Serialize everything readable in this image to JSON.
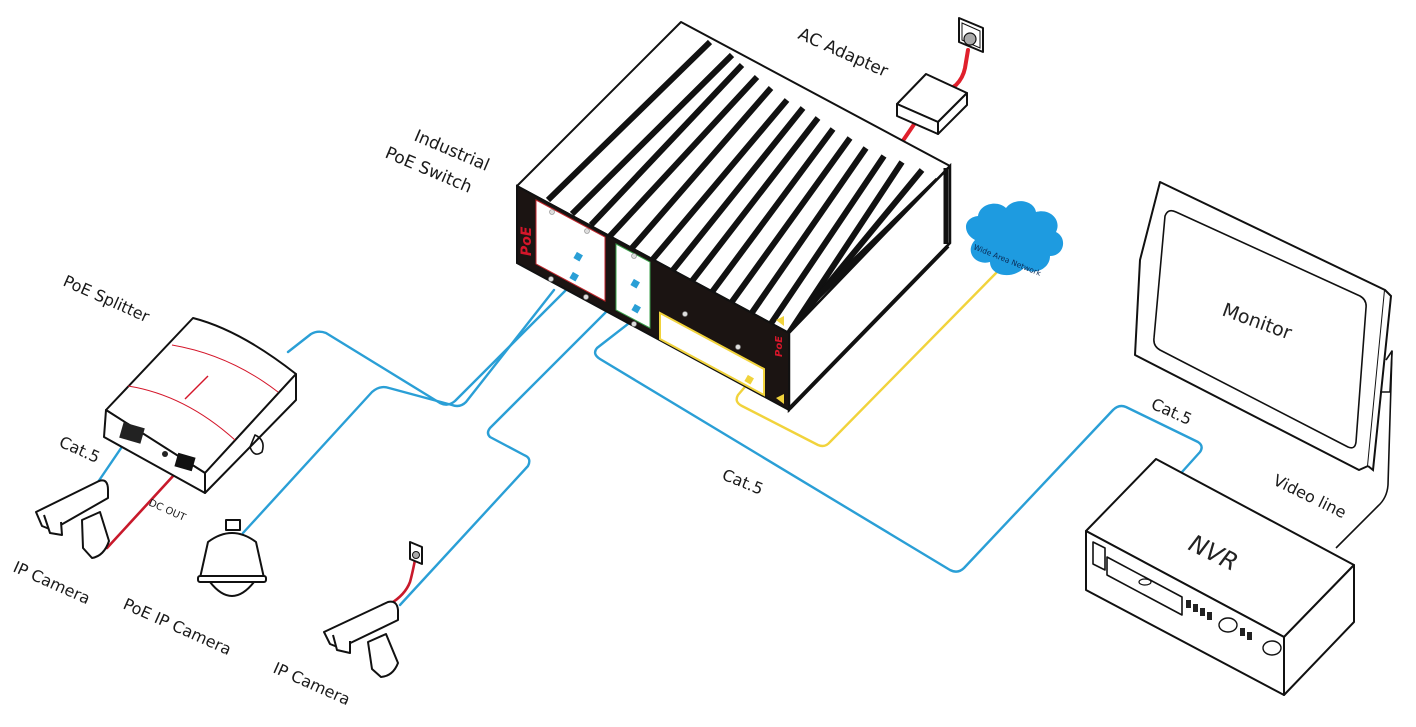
{
  "diagram": {
    "type": "network-topology",
    "colors": {
      "cat5_cable": "#2a9fd6",
      "power_cable": "#e0202c",
      "wan_cable": "#f1d33c",
      "cloud": "#1e9be0",
      "switch_body": "#111111",
      "poe_mark": "#d4162a"
    },
    "nodes": {
      "switch": {
        "label_line1": "Industrial",
        "label_line2": "PoE Switch",
        "panel_mark": "PoE",
        "panel_mark_side": "PoE"
      },
      "ac_adapter": {
        "label": "AC Adapter"
      },
      "wan": {
        "label": "Wide Area Network"
      },
      "monitor": {
        "label": "Monitor"
      },
      "nvr": {
        "label": "NVR"
      },
      "splitter": {
        "label": "PoE Splitter"
      },
      "ip_camera_left": {
        "label": "IP Camera"
      },
      "poe_ip_camera": {
        "label": "PoE IP Camera"
      },
      "ip_camera_bottom": {
        "label": "IP Camera"
      }
    },
    "links": {
      "cat5_splitter": "Cat.5",
      "dc_out": "DC OUT",
      "cat5_nvr_mid": "Cat.5",
      "cat5_nvr_top": "Cat.5",
      "video_line": "Video line"
    }
  }
}
